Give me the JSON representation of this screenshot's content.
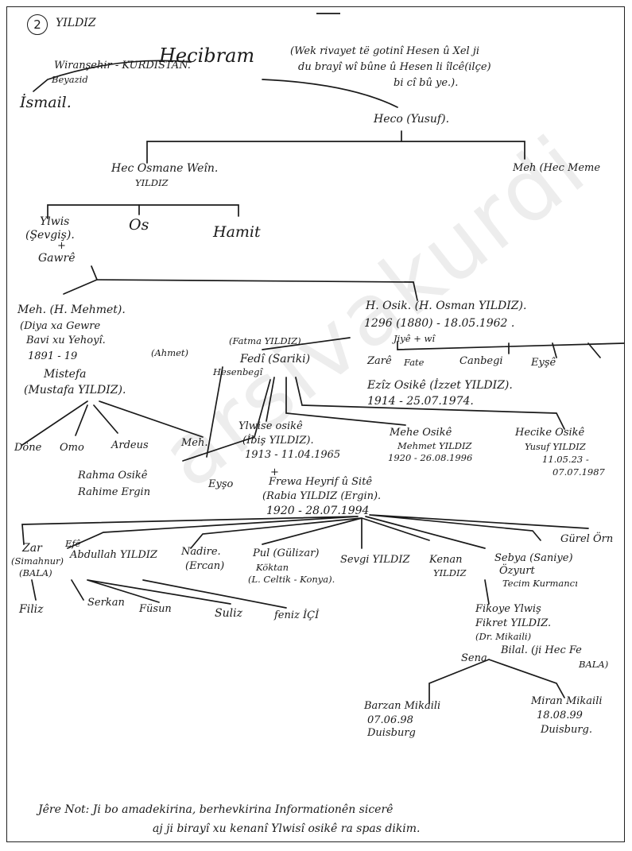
{
  "page": {
    "number": "2",
    "family": "YILDIZ"
  },
  "root": {
    "name": "Hecibram",
    "note_1": "(Wek rivayet të gotinî Hesen û Xel ji",
    "note_2": "du brayî wî bûne û Hesen li îlcê(ilçe)",
    "note_3": "bi cî bû ye.).",
    "origin_1": "Wiranşehir - KURDISTAN.",
    "origin_2": "Beyazid",
    "child_left": "İsmail.",
    "child_right": "Heco (Yusuf)."
  },
  "gen2": {
    "left_1": "Hec Osmane Weîn.",
    "left_2": "YILDIZ",
    "right": "Meh (Hec Meme"
  },
  "gen3": {
    "a_1": "Ylwis",
    "a_2": "(Şevgiş).",
    "a_plus": "+",
    "a_spouse": "Gawrê",
    "b": "Os",
    "c": "Hamit"
  },
  "mehmet": {
    "l1": "Meh. (H. Mehmet).",
    "l2": "(Diya xa Gewre",
    "l3": "Bavi xu Yehoyî.",
    "l4": "1891 - 19",
    "l4b": "(Ahmet)",
    "son_1": "Mistefa",
    "son_2": "(Mustafa YILDIZ).",
    "ch_1": "Dône",
    "ch_2": "Omo",
    "ch_3": "Ardeus",
    "ch_4": "Meh."
  },
  "osik": {
    "l1": "H. Osik. (H. Osman YILDIZ).",
    "l2": "1296 (1880) - 18.05.1962 .",
    "wives": "Jiyê + wî",
    "w1": "Zarê",
    "w2": "Fate",
    "w3": "Canbegi",
    "w4": "Eyşê",
    "izzet_1": "Ezîz Osikê (İzzet YILDIZ).",
    "izzet_2": "1914 - 25.07.1974."
  },
  "fedi": {
    "above": "(Fatma YILDIZ)",
    "name": "Fedî (Sariki)",
    "left": "Hesenbegî"
  },
  "children": {
    "y1": "Ylwise osikê",
    "y2": "(İbiş YILDIZ).",
    "y3": "1913 - 11.04.1965",
    "m1": "Mehe Osikê",
    "m2": "Mehmet YILDIZ",
    "m3": "1920 - 26.08.1996",
    "h1": "Hecike Osikê",
    "h2": "Yusuf YILDIZ",
    "h3": "11.05.23 -",
    "h4": "07.07.1987"
  },
  "rahma": {
    "l1": "Rahma Osikê",
    "l2": "Rahime Ergin",
    "eyso": "Eyşo"
  },
  "frewa": {
    "plus": "+",
    "l1": "Frewa Heyrif û Sitê",
    "l2": "(Rabia YILDIZ (Ergin).",
    "l3": "1920 - 28.07.1994"
  },
  "gen_last": {
    "zar": "Zar",
    "efe": "Efê",
    "sima": "(Simahnur)",
    "bala": "(BALA)",
    "abd": "Abdullah YILDIZ",
    "nad_1": "Nadire.",
    "nad_2": "(Ercan)",
    "pul_1": "Pul (Gülizar)",
    "pul_2": "Köktan",
    "pul_3": "(L. Celtik - Konya).",
    "sevgi": "Sevgi YILDIZ",
    "kenan_1": "Kenan",
    "kenan_2": "YILDIZ",
    "seb_1": "Sebya (Saniye)",
    "seb_2": "Özyurt",
    "seb_3": "Tecim Kurmancı",
    "gurel": "Gürel Örn"
  },
  "grand": {
    "filiz": "Filiz",
    "serkan": "Serkan",
    "fusun": "Füsun",
    "suliz": "Suliz",
    "feniz": "feniz İÇİ",
    "fikoye": "Fikoye Ylwiş",
    "fikret": "Fikret YILDIZ.",
    "mik": "(Dr. Mikaili)",
    "bilal": "Bilal. (ji Hec Fe",
    "bala2": "BALA)",
    "sena": "Sena"
  },
  "great": {
    "b1": "Barzan Mikaili",
    "b2": "07.06.98",
    "b3": "Duisburg",
    "m1": "Miran Mikaili",
    "m2": "18.08.99",
    "m3": "Duisburg."
  },
  "footer": {
    "l1": "Jêre Not: Ji bo amadekirina, berhevkirina Informationên sicerê",
    "l2": "aj ji birayî xu kenanî Ylwisî osikê ra spas dikim."
  },
  "watermark": "arsivakurdi"
}
